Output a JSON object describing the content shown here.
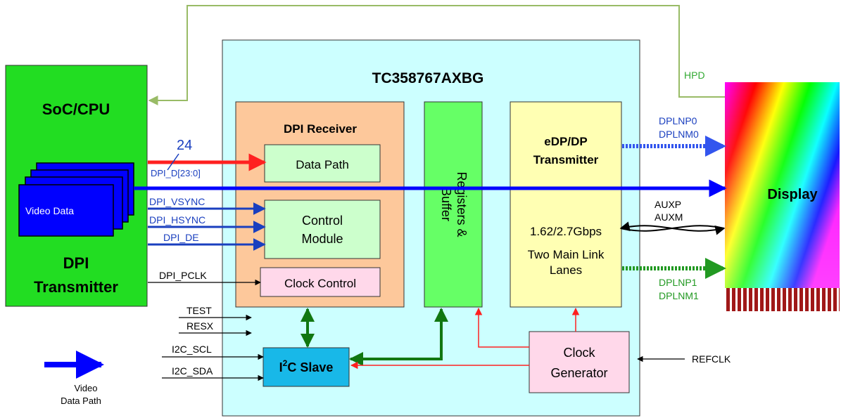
{
  "chip": {
    "title": "TC358767AXBG"
  },
  "soc": {
    "title": "SoC/CPU",
    "video_data": "Video Data",
    "footer_line1": "DPI",
    "footer_line2": "Transmitter"
  },
  "dpi_receiver": {
    "title": "DPI Receiver",
    "data_path": "Data Path",
    "control_module_line1": "Control",
    "control_module_line2": "Module",
    "clock_control": "Clock Control"
  },
  "registers": {
    "label_line1": "Registers &",
    "label_line2": "Buffer"
  },
  "transmitter": {
    "title_line1": "eDP/DP",
    "title_line2": "Transmitter",
    "rate": "1.62/2.7Gbps",
    "lanes_line1": "Two Main Link",
    "lanes_line2": "Lanes"
  },
  "i2c": {
    "prefix": "I",
    "sup": "2",
    "suffix": "C Slave"
  },
  "clock_generator": {
    "line1": "Clock",
    "line2": "Generator"
  },
  "display": {
    "label": "Display"
  },
  "signals": {
    "bus_width": "24",
    "dpi_d": "DPI_D[23:0]",
    "dpi_vsync": "DPI_VSYNC",
    "dpi_hsync": "DPI_HSYNC",
    "dpi_de": "DPI_DE",
    "dpi_pclk": "DPI_PCLK",
    "test": "TEST",
    "resx": "RESX",
    "i2c_scl": "I2C_SCL",
    "i2c_sda": "I2C_SDA",
    "refclk": "REFCLK",
    "hpd": "HPD",
    "dplnp0": "DPLNP0",
    "dplnm0": "DPLNM0",
    "auxp": "AUXP",
    "auxm": "AUXM",
    "dplnp1": "DPLNP1",
    "dplnm1": "DPLNM1"
  },
  "legend": {
    "line1": "Video",
    "line2": "Data Path"
  },
  "colors": {
    "chip_bg": "#ccffff",
    "soc_bg": "#22dd22",
    "receiver_bg": "#fdc89b",
    "sub_bg": "#ccffcc",
    "registers_bg": "#66ff66",
    "transmitter_bg": "#ffffb3",
    "i2c_bg": "#18b8e8",
    "clockgen_bg": "#ffd8ea",
    "video_blue": "#0000ff",
    "data_red": "#ff2020",
    "i2c_green": "#117711",
    "hpd_green": "#99bb66"
  }
}
